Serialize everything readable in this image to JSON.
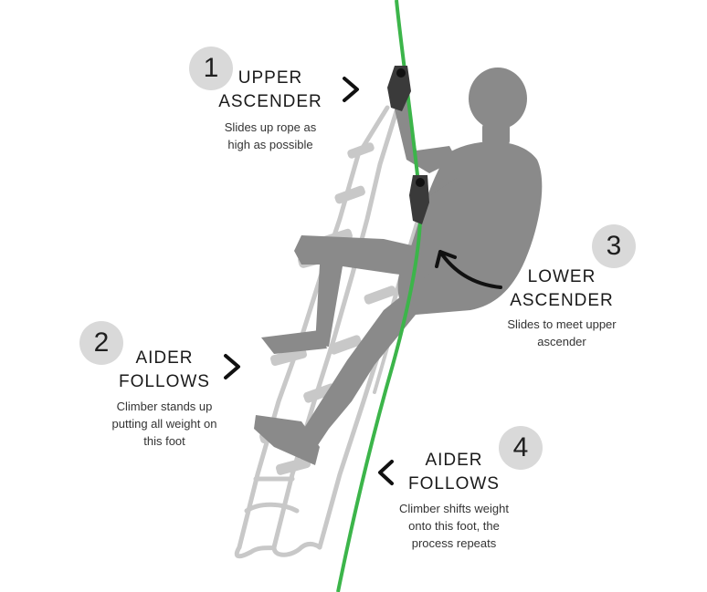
{
  "colors": {
    "rope": "#3cb54a",
    "figure": "#8a8a8a",
    "aider": "#c8c8c8",
    "circle": "#d9d9d9",
    "text": "#1a1a1a",
    "arrow": "#111111"
  },
  "steps": [
    {
      "number": "1",
      "title_line1": "UPPER",
      "title_line2": "ASCENDER",
      "desc_line1": "Slides up rope as",
      "desc_line2": "high as possible",
      "desc_line3": "",
      "arrow_icon": "chevron-right-icon"
    },
    {
      "number": "2",
      "title_line1": "AIDER",
      "title_line2": "FOLLOWS",
      "desc_line1": "Climber stands up",
      "desc_line2": "putting all weight on",
      "desc_line3": "this foot",
      "arrow_icon": "chevron-right-icon"
    },
    {
      "number": "3",
      "title_line1": "LOWER",
      "title_line2": "ASCENDER",
      "desc_line1": "Slides to meet upper",
      "desc_line2": "ascender",
      "desc_line3": "",
      "arrow_icon": "curved-arrow-icon"
    },
    {
      "number": "4",
      "title_line1": "AIDER",
      "title_line2": "FOLLOWS",
      "desc_line1": "Climber shifts weight",
      "desc_line2": "onto this foot, the",
      "desc_line3": "process repeats",
      "arrow_icon": "chevron-left-icon"
    }
  ]
}
